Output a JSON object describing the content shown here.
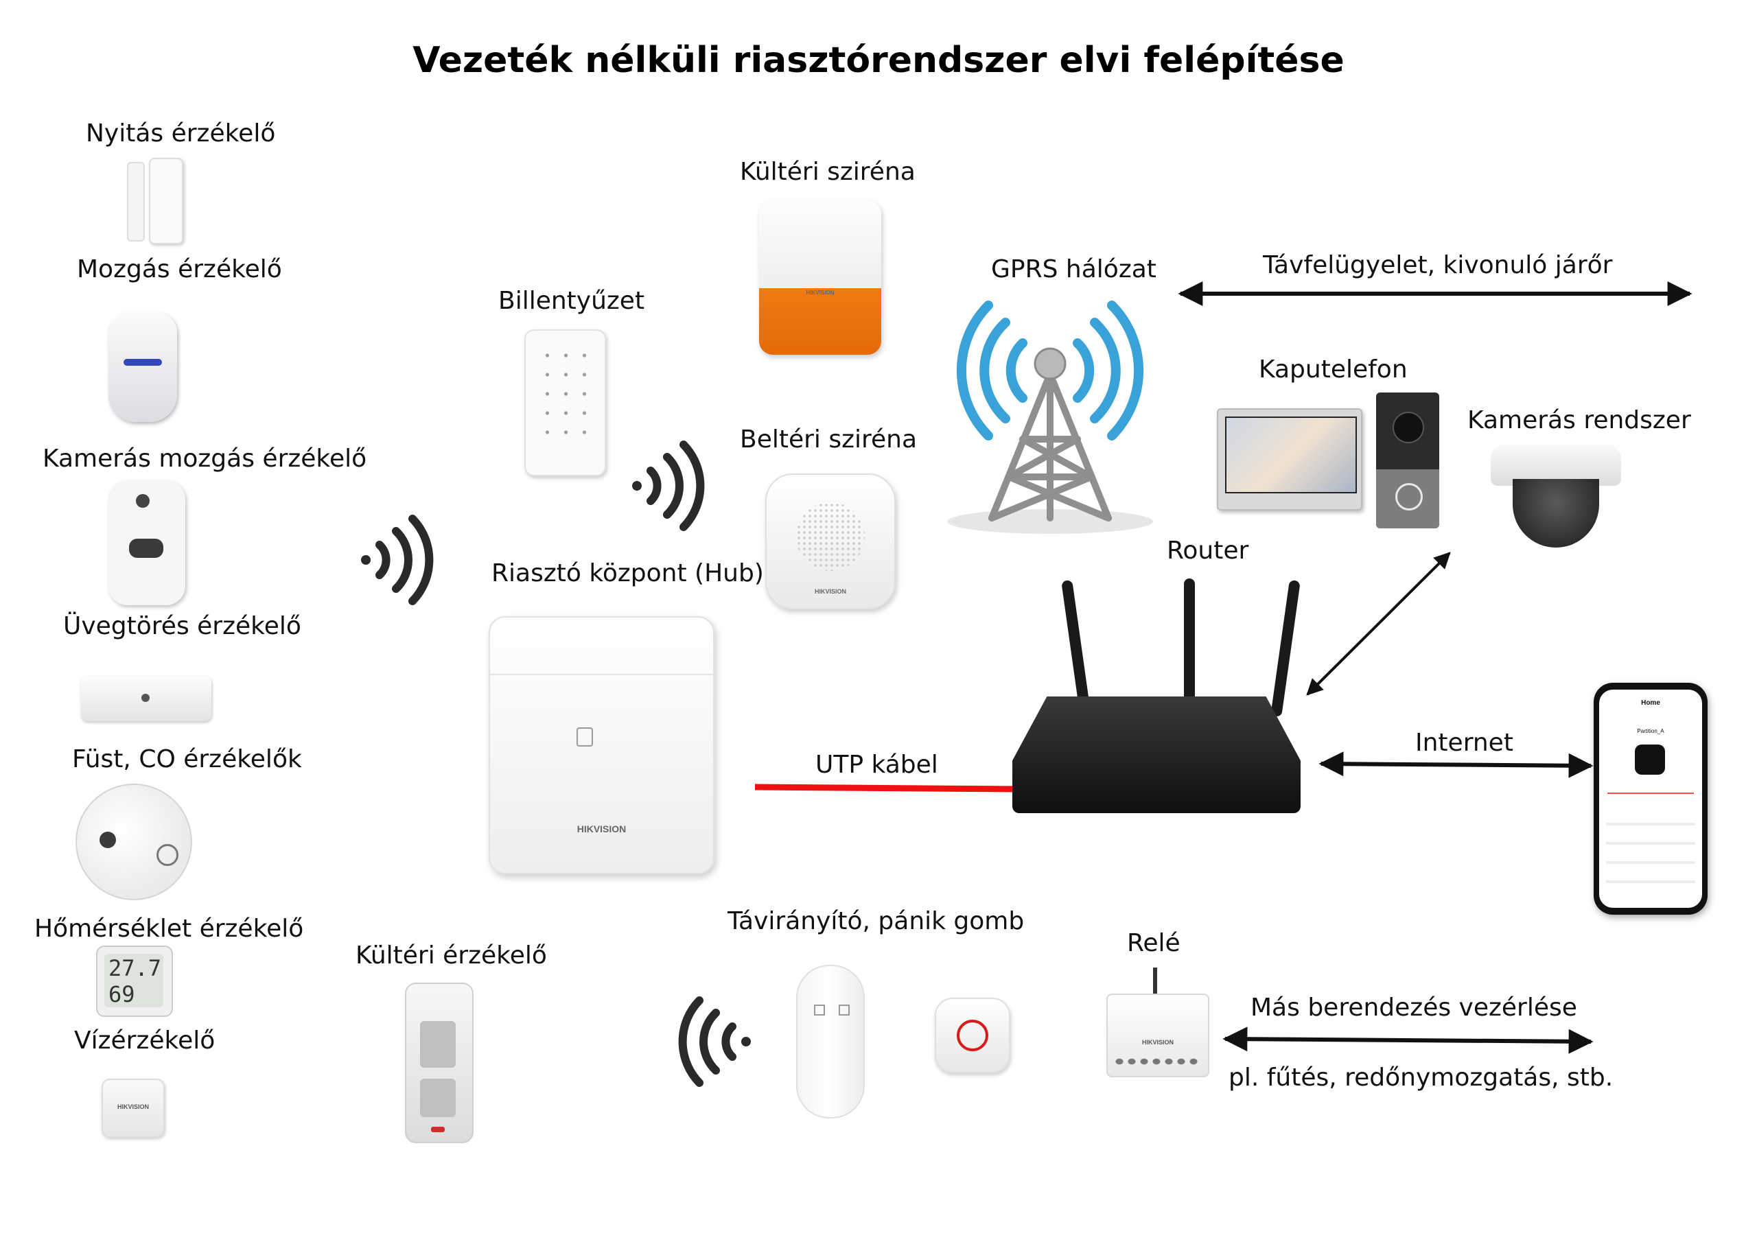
{
  "title": "Vezeték nélküli riasztórendszer elvi felépítése",
  "labels": {
    "door_sensor": "Nyitás érzékelő",
    "motion_sensor": "Mozgás érzékelő",
    "camera_motion_sensor": "Kamerás mozgás érzékelő",
    "glass_break_sensor": "Üvegtörés érzékelő",
    "smoke_co_sensor": "Füst, CO érzékelők",
    "temperature_sensor": "Hőmérséklet érzékelő",
    "water_sensor": "Vízérzékelő",
    "keypad": "Billentyűzet",
    "hub": "Riasztó központ (Hub)",
    "outdoor_sensor": "Kültéri érzékelő",
    "outdoor_siren": "Kültéri sziréna",
    "indoor_siren": "Beltéri sziréna",
    "remote_panic": "Távirányító, pánik gomb",
    "gprs": "GPRS hálózat",
    "monitoring": "Távfelügyelet, kivonuló járőr",
    "intercom": "Kaputelefon",
    "camera_system": "Kamerás rendszer",
    "router": "Router",
    "utp": "UTP kábel",
    "internet": "Internet",
    "relay": "Relé",
    "other_control": "Más berendezés vezérlése",
    "other_examples": "pl. fűtés, redőnymozgatás, stb."
  },
  "device_text": {
    "brand": "HIKVISION",
    "thermo_temp": "27.7",
    "thermo_hum": "69",
    "phone_header": "Home",
    "phone_partition": "Partition_A"
  },
  "colors": {
    "utp_cable": "#ee1111",
    "arrow": "#111111",
    "siren_orange": "#f07a12",
    "gprs_blue": "#39a2d8",
    "panic_red": "#d81b1b"
  },
  "icons": [
    "wifi-signal-icon",
    "antenna-tower-icon"
  ]
}
